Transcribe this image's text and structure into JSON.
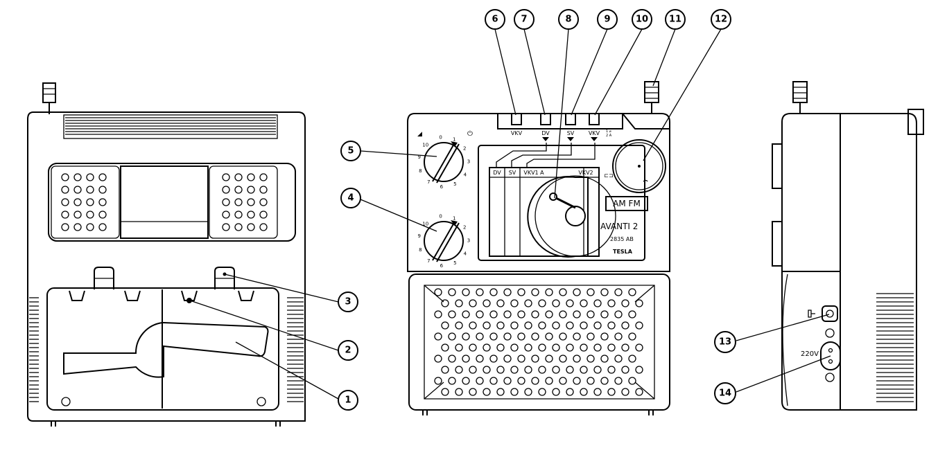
{
  "callouts": [
    "1",
    "2",
    "3",
    "4",
    "5",
    "6",
    "7",
    "8",
    "9",
    "10",
    "11",
    "12",
    "13",
    "14"
  ],
  "band_buttons": {
    "vkv": "VKV",
    "dv": "DV",
    "sv": "SV",
    "vkv2": "VKV",
    "vkv2_sub": "1 ⌀\n2 A"
  },
  "scale_labels": {
    "dv": "DV",
    "sv": "SV",
    "vkv1": "VKV1 A",
    "vkv2": "VKV2"
  },
  "dial_numbers": [
    "0",
    "1",
    "2",
    "3",
    "4",
    "5",
    "6",
    "7",
    "8",
    "9",
    "10"
  ],
  "volume_symbol": "◢",
  "power_symbol": "⏻",
  "am_fm_label": "AM FM",
  "model_name": "AVANTI 2",
  "model_code": "2835 AB",
  "brand": "TESLA",
  "voltage_label": "220V",
  "battery_symbol": "⊏⊐"
}
